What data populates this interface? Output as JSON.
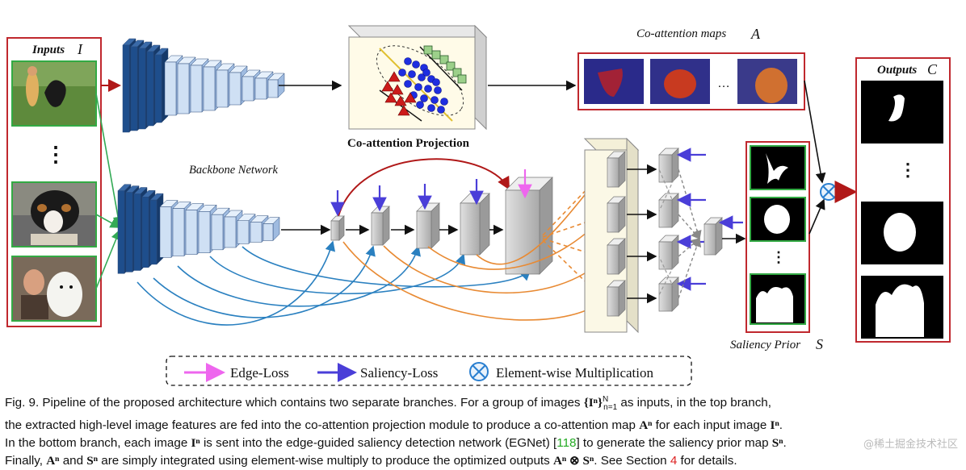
{
  "figure": {
    "inputs_label": "Inputs",
    "inputs_symbol": "I",
    "outputs_label": "Outputs",
    "outputs_symbol": "C",
    "coattention_maps_label": "Co-attention maps",
    "coattention_maps_symbol": "A",
    "coattention_projection_label": "Co-attention Projection",
    "backbone_label": "Backbone Network",
    "saliency_prior_label": "Saliency Prior",
    "saliency_prior_symbol": "S",
    "ellipsis": "…",
    "vdots": "⋮"
  },
  "legend": {
    "edge_loss": "Edge-Loss",
    "saliency_loss": "Saliency-Loss",
    "elementwise": "Element-wise Multiplication"
  },
  "caption": {
    "fig_prefix": "Fig. 9. Pipeline of the proposed architecture which contains two separate branches. For a group of images",
    "set_notation": "{Iⁿ}",
    "set_sub": "n=1",
    "set_sup": "N",
    "line1_tail": "as inputs, in the top branch,",
    "line2": "the extracted high-level image features are fed into the co-attention projection module to produce a co-attention map",
    "line2_sym1": "Aⁿ",
    "line2_mid": "for each input image",
    "line2_sym2": "Iⁿ",
    "line3_a": "In the bottom branch, each image",
    "line3_sym": "Iⁿ",
    "line3_b": "is sent into the edge-guided saliency detection network (EGNet) [",
    "ref_118": "118",
    "line3_c": "] to generate the saliency prior map",
    "line3_sym2": "Sⁿ",
    "line4_a": "Finally,",
    "line4_sym1": "Aⁿ",
    "line4_b": "and",
    "line4_sym2": "Sⁿ",
    "line4_c": "are simply integrated using element-wise multiply to produce the optimized outputs",
    "line4_sym3": "Aⁿ ⊗ Sⁿ",
    "line4_d": ". See Section",
    "ref_4": "4",
    "line4_e": "for details."
  },
  "watermark": "@稀土掘金技术社区",
  "colors": {
    "frame_red": "#c0282e",
    "frame_green": "#33aa44",
    "arrow_red": "#b01818",
    "arrow_green": "#33aa55",
    "arrow_blue": "#2a80c0",
    "arrow_orange": "#e88a33",
    "arrow_saliency": "#4a3ed8",
    "arrow_edge": "#ee66ee",
    "mult_circle": "#2a7fd0",
    "dark_blue": "#1e4e8c",
    "light_blue": "#cfe0f4"
  }
}
